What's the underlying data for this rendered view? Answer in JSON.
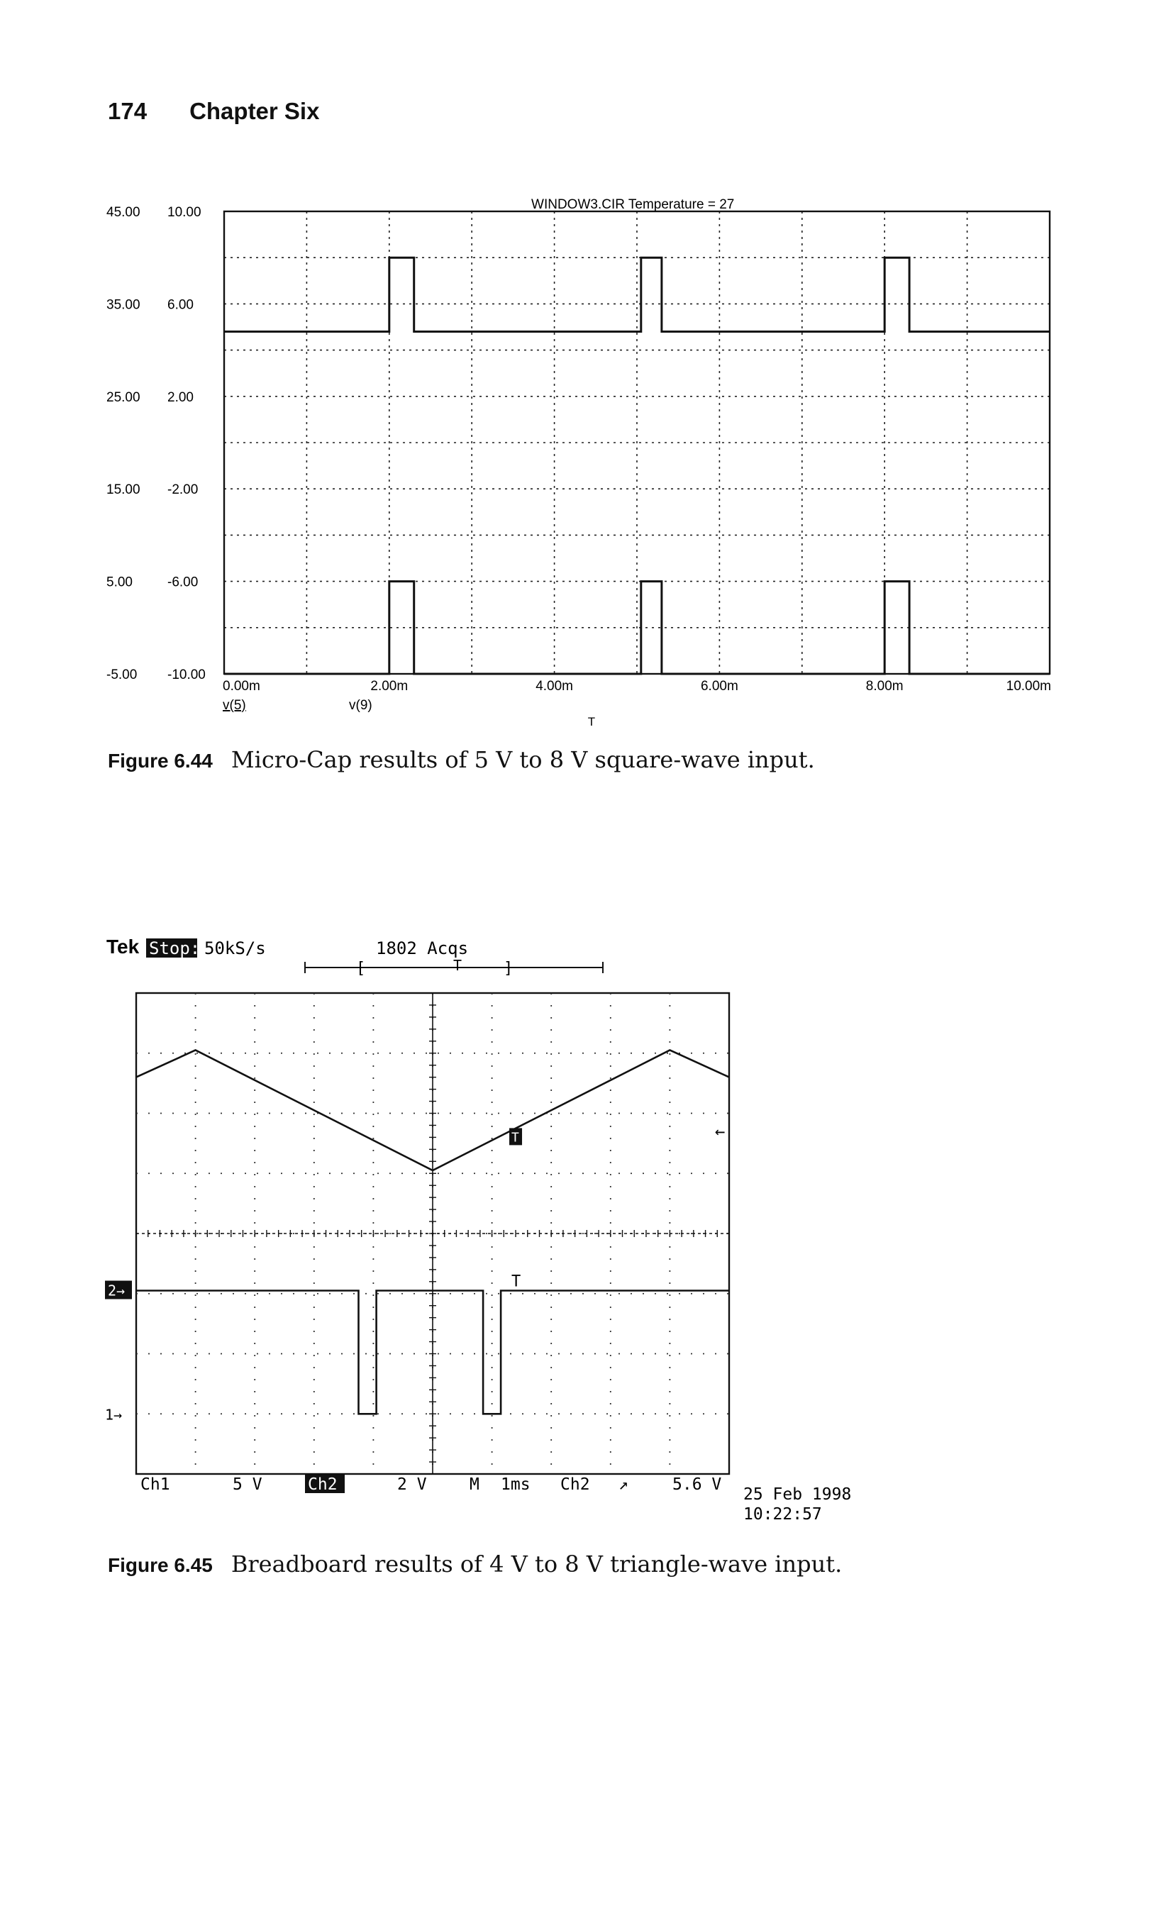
{
  "page": {
    "number": "174",
    "chapter": "Chapter Six"
  },
  "figure1": {
    "label": "Figure 6.44",
    "caption": "Micro-Cap results of 5 V to 8 V square-wave input."
  },
  "figure2": {
    "label": "Figure 6.45",
    "caption": "Breadboard results of 4 V to 8 V triangle-wave input."
  },
  "chart_data": [
    {
      "type": "line",
      "title": "WINDOW3.CIR Temperature = 27",
      "xlabel": "T",
      "x_ticks": [
        "0.00m",
        "2.00m",
        "4.00m",
        "6.00m",
        "8.00m",
        "10.00m"
      ],
      "xlim": [
        0,
        10
      ],
      "left_axis_ticks": [
        "45.00",
        "35.00",
        "25.00",
        "15.00",
        "5.00",
        "-5.00"
      ],
      "right_axis_ticks": [
        "10.00",
        "6.00",
        "2.00",
        "-2.00",
        "-6.00",
        "-10.00"
      ],
      "ylim_left": [
        -5,
        45
      ],
      "ylim_right": [
        -10,
        10
      ],
      "grid": true,
      "series": [
        {
          "name": "v(5)",
          "axis": "left",
          "color": "#111111",
          "points": [
            [
              0,
              32
            ],
            [
              2,
              32
            ],
            [
              2,
              40
            ],
            [
              2.3,
              40
            ],
            [
              2.3,
              32
            ],
            [
              5.05,
              32
            ],
            [
              5.05,
              40
            ],
            [
              5.3,
              40
            ],
            [
              5.3,
              32
            ],
            [
              8.0,
              32
            ],
            [
              8.0,
              40
            ],
            [
              8.3,
              40
            ],
            [
              8.3,
              32
            ],
            [
              10,
              32
            ]
          ]
        },
        {
          "name": "v(9)",
          "axis": "right",
          "color": "#111111",
          "points": [
            [
              0,
              -10
            ],
            [
              2,
              -10
            ],
            [
              2,
              -6
            ],
            [
              2.3,
              -6
            ],
            [
              2.3,
              -10
            ],
            [
              5.05,
              -10
            ],
            [
              5.05,
              -6
            ],
            [
              5.3,
              -6
            ],
            [
              5.3,
              -10
            ],
            [
              8.0,
              -10
            ],
            [
              8.0,
              -6
            ],
            [
              8.3,
              -6
            ],
            [
              8.3,
              -10
            ],
            [
              10,
              -10
            ]
          ]
        }
      ]
    },
    {
      "type": "line",
      "title": "",
      "top_readout": {
        "brand": "Tek",
        "state": "Stop:",
        "rate": "50kS/s",
        "acqs": "1802 Acqs"
      },
      "bottom_readout": {
        "ch1_label": "Ch1",
        "ch1_scale": "5 V",
        "ch2_label": "Ch2",
        "ch2_scale": "2 V",
        "m_label": "M",
        "time_scale": "1ms",
        "trig_source": "Ch2",
        "trig_slope": "↗",
        "trig_level": "5.6 V"
      },
      "date": "25 Feb 1998",
      "time": "10:22:57",
      "markers": {
        "ch1": "1→",
        "ch2": "2→",
        "trigger": "T"
      },
      "grid": true,
      "divisions": {
        "x": 10,
        "y": 8
      },
      "xlim": [
        0,
        10
      ],
      "ylim": [
        0,
        8
      ],
      "series": [
        {
          "name": "Ch1",
          "color": "#111111",
          "points": [
            [
              0,
              6.6
            ],
            [
              1,
              7.05
            ],
            [
              5,
              5.05
            ],
            [
              9.0,
              7.05
            ],
            [
              10,
              6.6
            ]
          ]
        },
        {
          "name": "Ch2",
          "color": "#111111",
          "points": [
            [
              0,
              3.05
            ],
            [
              3.75,
              3.05
            ],
            [
              3.75,
              1.0
            ],
            [
              4.05,
              1.0
            ],
            [
              4.05,
              3.05
            ],
            [
              5.85,
              3.05
            ],
            [
              5.85,
              1.0
            ],
            [
              6.15,
              1.0
            ],
            [
              6.15,
              3.05
            ],
            [
              10,
              3.05
            ]
          ]
        }
      ]
    }
  ]
}
